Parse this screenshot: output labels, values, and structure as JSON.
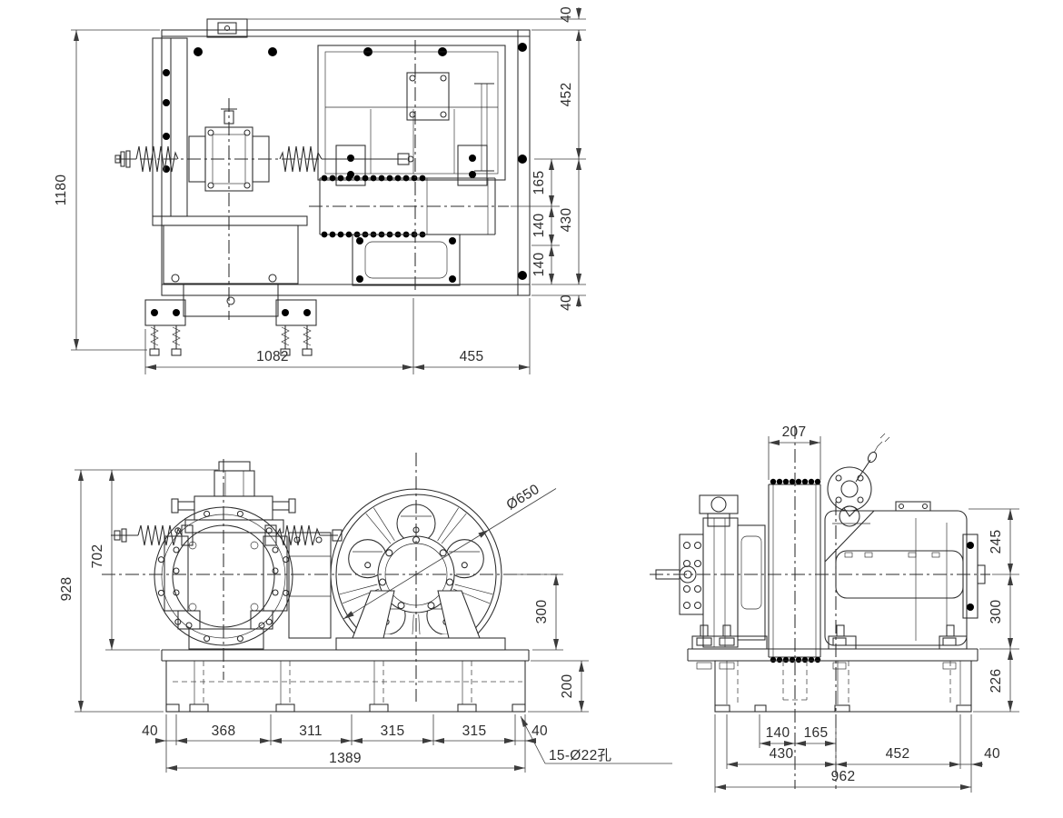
{
  "drawing": {
    "background": "#ffffff",
    "line_color": "#2b2b2b",
    "dim_color": "#3c3c3c",
    "views": {
      "top": {
        "dims": {
          "t40_top": "40",
          "t452": "452",
          "t165": "165",
          "t140_a": "140",
          "t140_b": "140",
          "t430": "430",
          "t40_bottom": "40",
          "t1180": "1180",
          "t1082": "1082",
          "t455": "455"
        }
      },
      "front": {
        "dims": {
          "f928": "928",
          "f702": "702",
          "f_dia": "Ø650",
          "f300": "300",
          "f200": "200",
          "f40_l": "40",
          "f368": "368",
          "f311": "311",
          "f315_a": "315",
          "f315_b": "315",
          "f40_r": "40",
          "f1389": "1389",
          "f_holes_note": "15-Ø22孔"
        }
      },
      "side": {
        "dims": {
          "s207": "207",
          "s245": "245",
          "s300": "300",
          "s226": "226",
          "s140": "140",
          "s165": "165",
          "s430": "430",
          "s452": "452",
          "s40": "40",
          "s962": "962"
        }
      }
    }
  }
}
